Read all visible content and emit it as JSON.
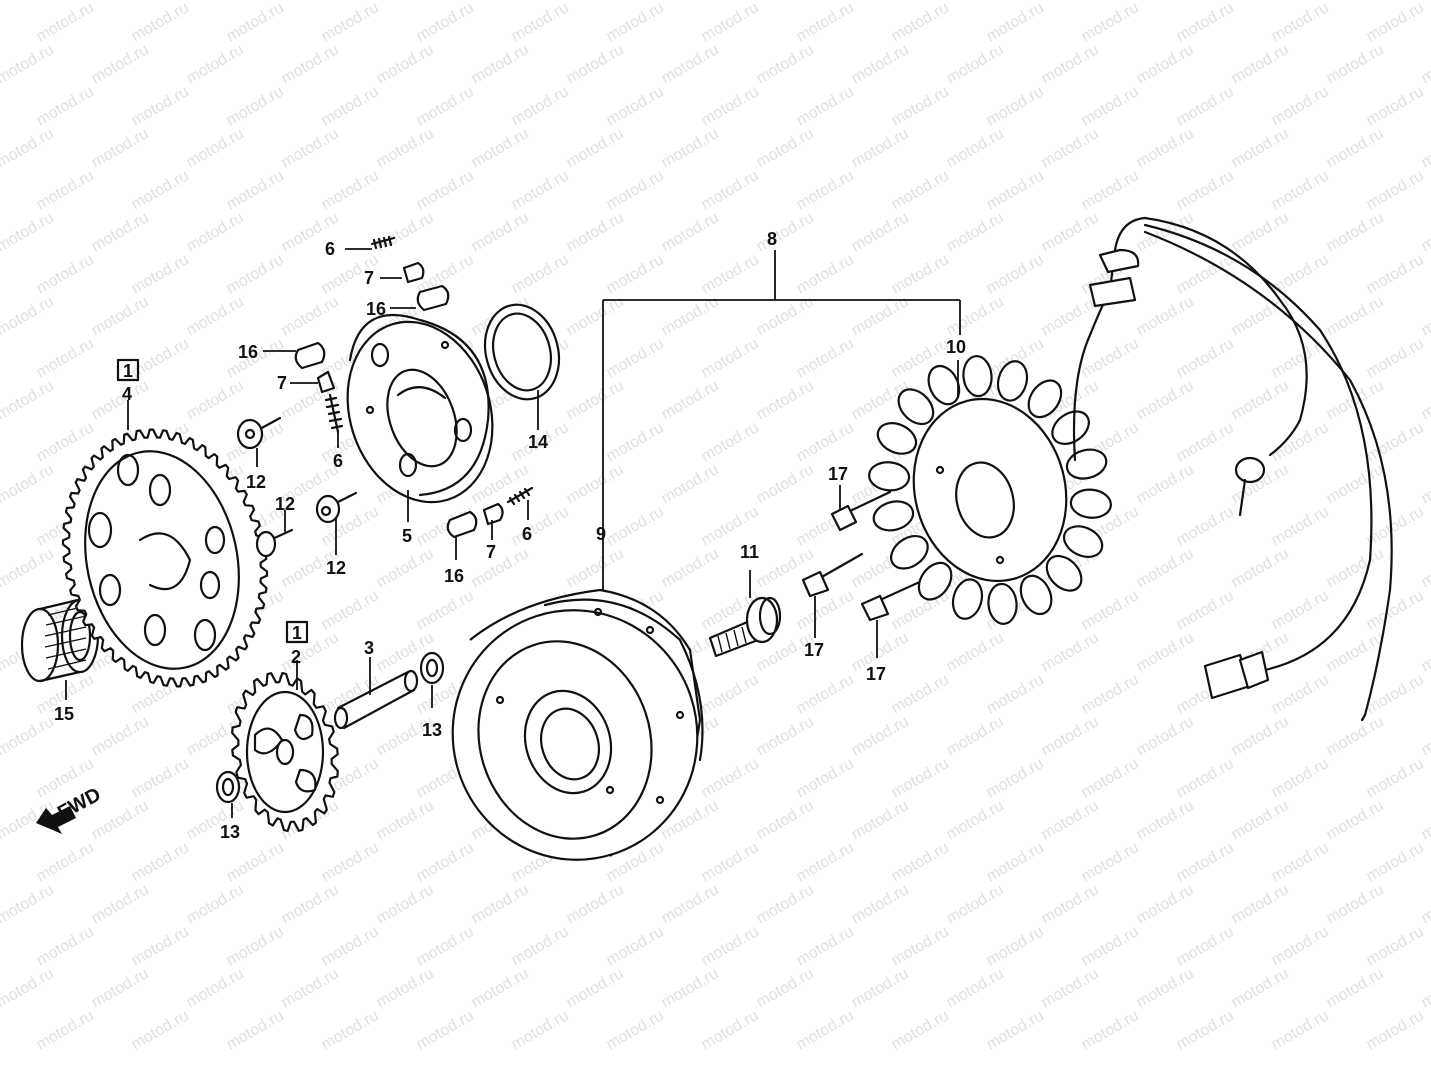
{
  "watermark": "motod.ru",
  "fwd_label": "FWD",
  "callouts": {
    "c1": "1",
    "c2": "1"
  },
  "labels": {
    "p2": "2",
    "p3": "3",
    "p4": "4",
    "p5": "5",
    "p6a": "6",
    "p6b": "6",
    "p6c": "6",
    "p7a": "7",
    "p7b": "7",
    "p7c": "7",
    "p8": "8",
    "p9": "9",
    "p10": "10",
    "p11": "11",
    "p12a": "12",
    "p12b": "12",
    "p12c": "12",
    "p13a": "13",
    "p13b": "13",
    "p14": "14",
    "p15": "15",
    "p16a": "16",
    "p16b": "16",
    "p16c": "16",
    "p17a": "17",
    "p17b": "17",
    "p17c": "17"
  }
}
